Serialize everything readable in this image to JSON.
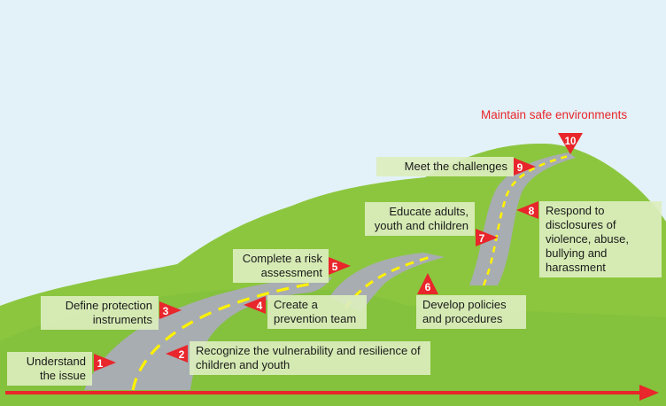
{
  "title": "Maintain safe environments",
  "steps": [
    {
      "num": "1",
      "text": "Understand the issue"
    },
    {
      "num": "2",
      "text": "Recognize the vulnerability and resilience of children and youth"
    },
    {
      "num": "3",
      "text": "Define protection instruments"
    },
    {
      "num": "4",
      "text": "Create a prevention team"
    },
    {
      "num": "5",
      "text": "Complete a risk assessment"
    },
    {
      "num": "6",
      "text": "Develop policies and procedures"
    },
    {
      "num": "7",
      "text": "Educate adults, youth and children"
    },
    {
      "num": "8",
      "text": "Respond to disclosures of violence, abuse, bullying and harassment"
    },
    {
      "num": "9",
      "text": "Meet the challenges"
    },
    {
      "num": "10",
      "text": ""
    }
  ],
  "colors": {
    "sky": "#e3f2f8",
    "hill": "#8cc63f",
    "road": "#a8adb1",
    "center_line": "#fff200",
    "marker": "#e8262b",
    "arrow": "#e8262b"
  }
}
